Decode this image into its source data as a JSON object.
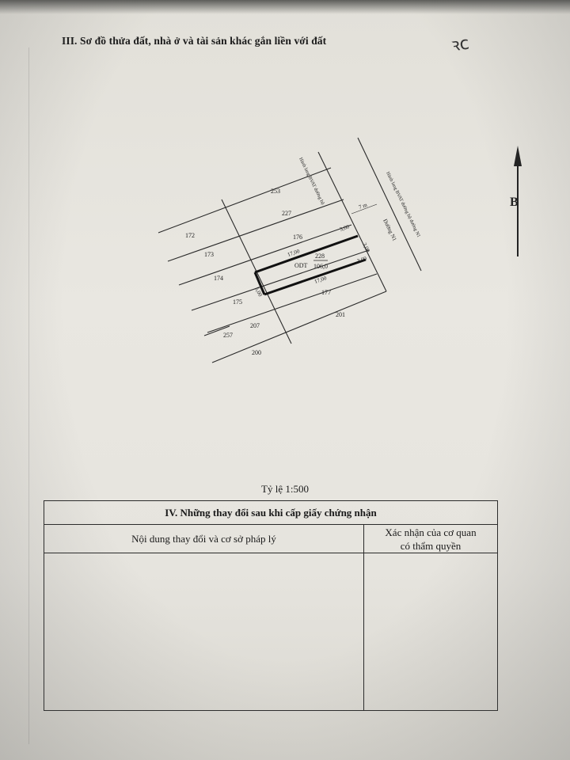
{
  "section3": {
    "title": "III. Sơ đồ thửa đất, nhà ở và tài sản khác gắn liền với đất",
    "handwritten_mark": "ꝛc"
  },
  "north": {
    "label": "B"
  },
  "plan": {
    "parcels": [
      "253",
      "227",
      "172",
      "173",
      "176",
      "174",
      "175",
      "177",
      "201",
      "207",
      "257",
      "200"
    ],
    "subject_parcel": {
      "land_use": "ODT",
      "number": "228",
      "area": "106,0"
    },
    "dimensions": {
      "side_top": "17,00",
      "side_bottom": "17,00",
      "front_top": "3,00",
      "front_mid": "3,00",
      "front_low": "3,00",
      "back": "5,00",
      "road_width": "7 m"
    },
    "road_label": "Đường N1",
    "corridor_label": "Hành lang BVAT đường bộ đường N1",
    "corridor_label_back": "Hành lang BVAT đường bộ"
  },
  "scale": {
    "label": "Tỷ lệ 1:500"
  },
  "section4": {
    "title": "IV. Những thay đổi sau khi cấp giấy chứng nhận",
    "col1_header": "Nội dung thay đổi và cơ sở pháp lý",
    "col2_header_line1": "Xác nhận của cơ quan",
    "col2_header_line2": "có thẩm quyền"
  }
}
